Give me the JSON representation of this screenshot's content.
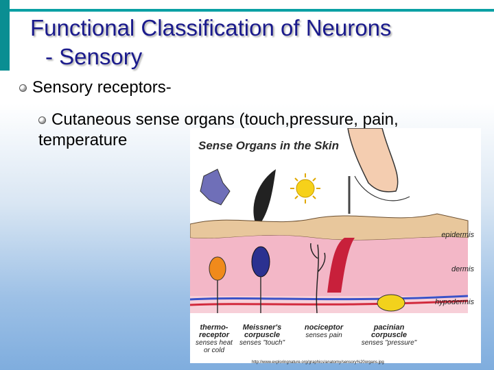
{
  "slide": {
    "title_line1": "Functional Classification of Neurons",
    "title_line2": "- Sensory",
    "bullet1": "Sensory receptors-",
    "bullet2": "Cutaneous sense organs (touch,pressure, pain, temperature"
  },
  "figure": {
    "title": "Sense Organs in the Skin",
    "layers": [
      "epidermis",
      "dermis",
      "hypodermis"
    ],
    "captions": [
      {
        "name": "thermo-\nreceptor",
        "desc": "senses heat\nor cold"
      },
      {
        "name": "Meissner's\ncorpuscle",
        "desc": "senses \"touch\""
      },
      {
        "name": "nociceptor",
        "desc": "senses pain"
      },
      {
        "name": "pacinian\ncorpuscle",
        "desc": "senses \"pressure\""
      }
    ],
    "url": "http://www.exploringnature.org/graphics/anatomy/sensory%20organs.jpg"
  },
  "colors": {
    "title": "#1a1a8c",
    "accent": "#0aa0a4"
  }
}
